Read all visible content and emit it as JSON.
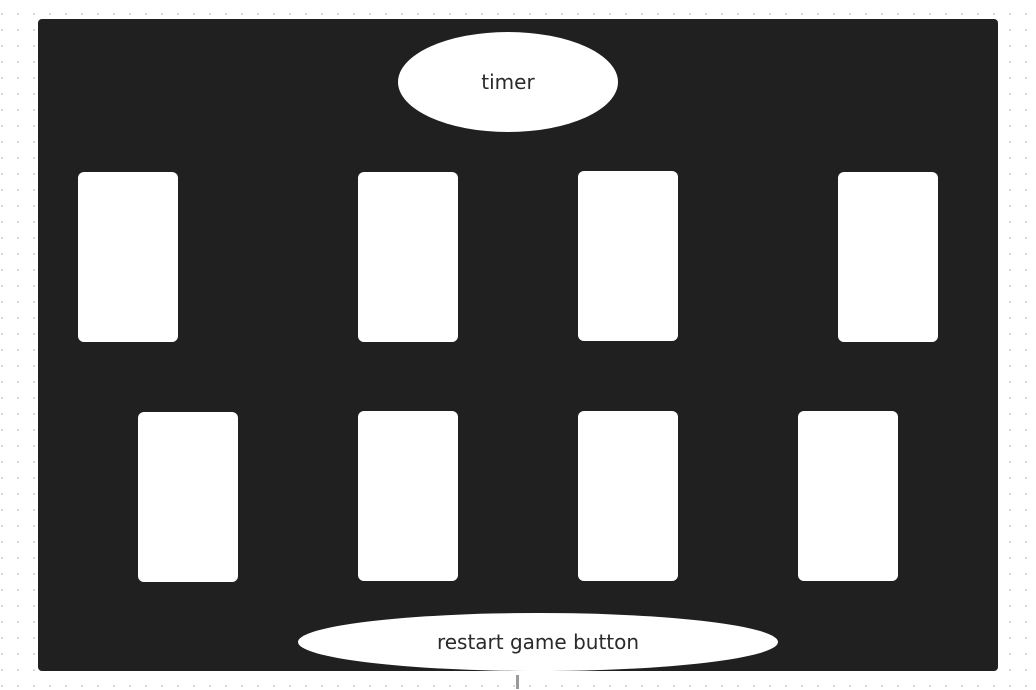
{
  "board": {
    "timer_label": "timer",
    "restart_label": "restart game button",
    "card_rows": [
      {
        "row": 1,
        "card_count": 4
      },
      {
        "row": 2,
        "card_count": 4
      }
    ]
  },
  "colors": {
    "board_background": "#202020",
    "card_fill": "#ffffff",
    "canvas_dots": "#d9d9d9",
    "text": "#2a2a2a",
    "connector": "#9a9a9a"
  }
}
